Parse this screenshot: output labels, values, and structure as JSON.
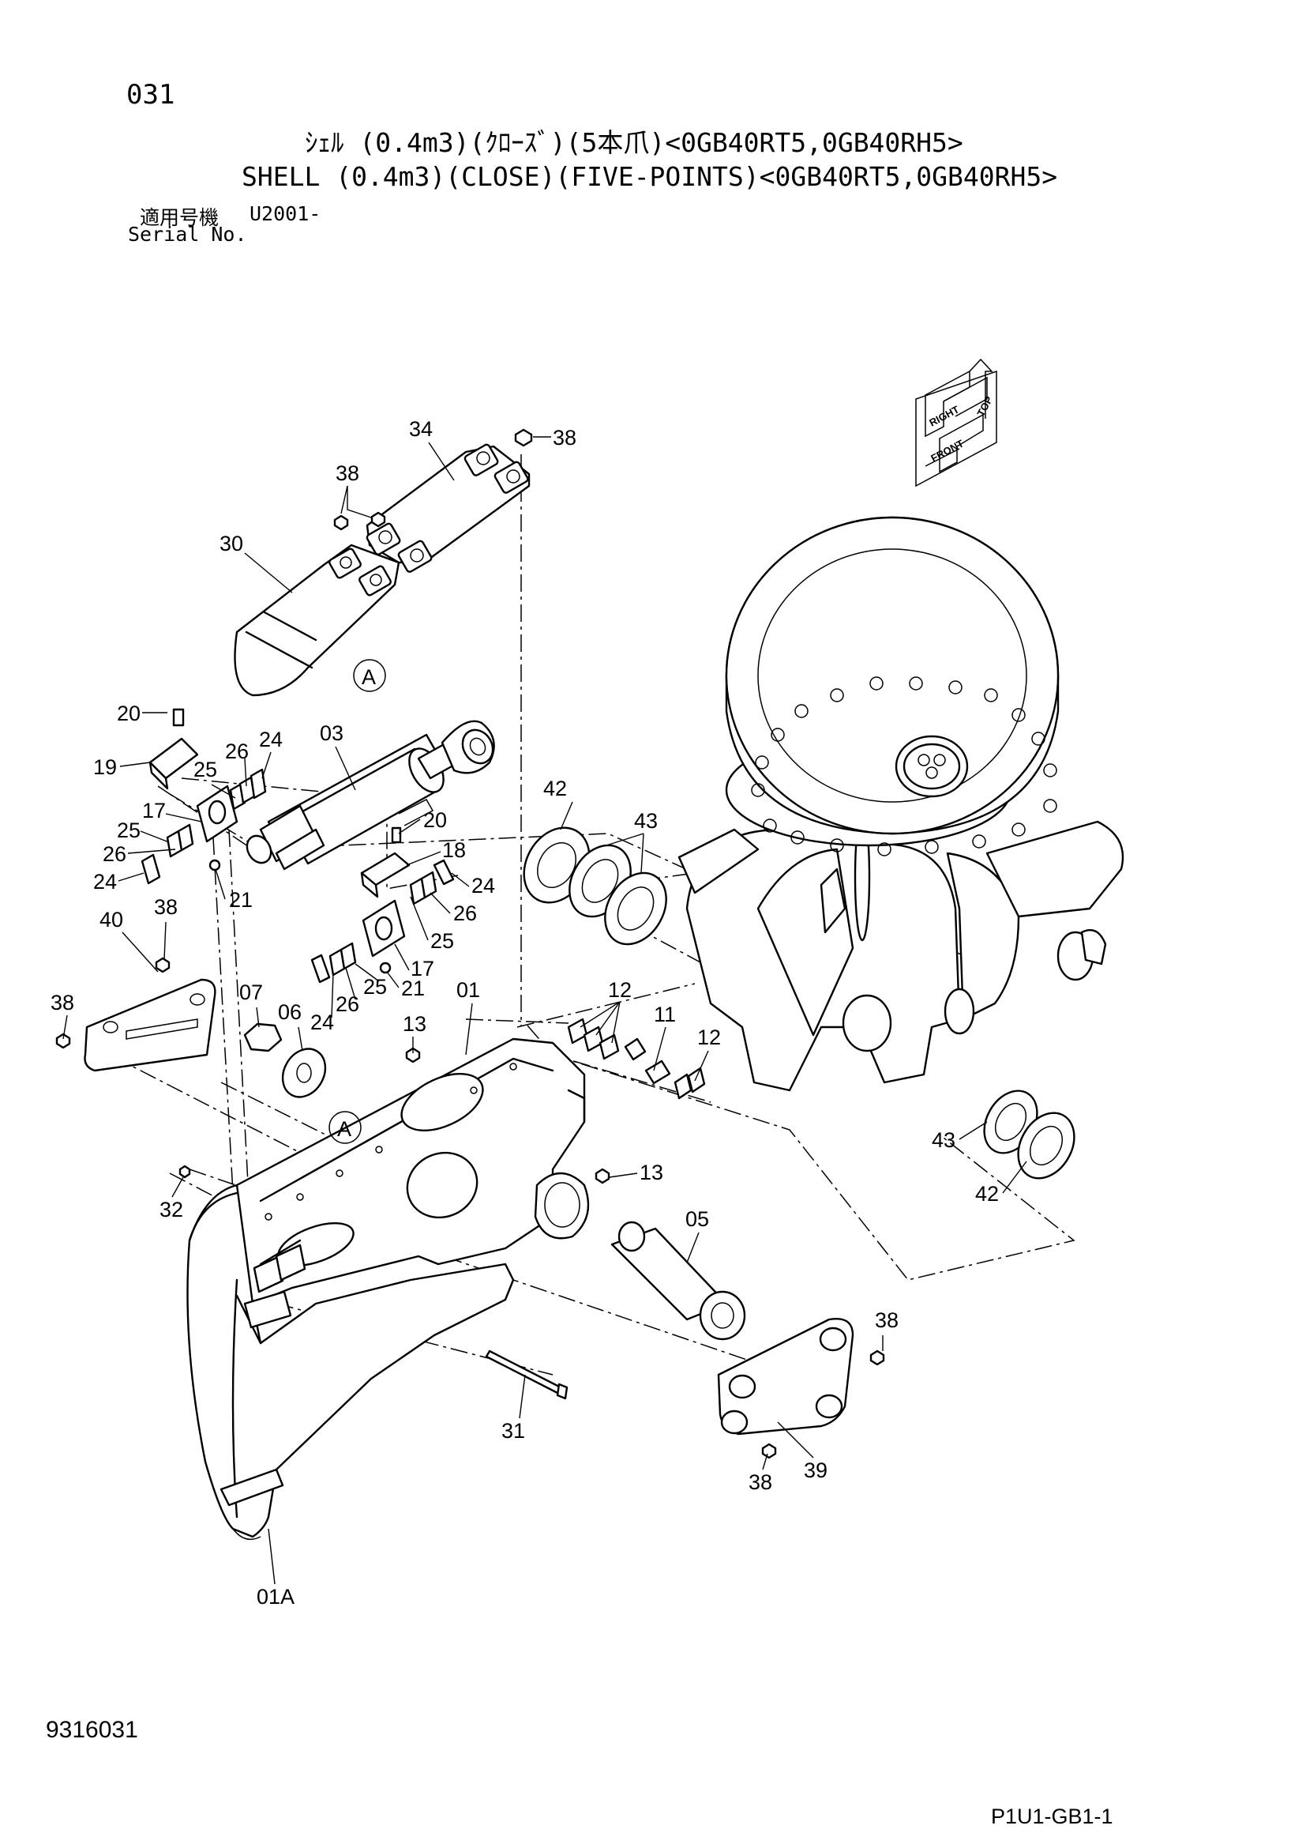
{
  "header": {
    "page_number": "031",
    "title_jp": "ｼｪﾙ (0.4m3)(ｸﾛｰｽﾞ)(5本爪)<0GB40RT5,0GB40RH5>",
    "title_en": "SHELL (0.4m3)(CLOSE)(FIVE-POINTS)<0GB40RT5,0GB40RH5>",
    "serial_label_jp": "適用号機",
    "serial_label_en": "Serial No.",
    "serial_value": "U2001-"
  },
  "orientation_symbol": {
    "labels": [
      "TOP",
      "RIGHT",
      "FRONT"
    ]
  },
  "callouts": {
    "c34": "34",
    "c38a": "38",
    "c38b": "38",
    "c30": "30",
    "cA1": "A",
    "c20a": "20",
    "c19": "19",
    "c03": "03",
    "c26a": "26",
    "c24a": "24",
    "c25a": "25",
    "c17a": "17",
    "c25b": "25",
    "c26b": "26",
    "c24b": "24",
    "c21a": "21",
    "c20b": "20",
    "c18": "18",
    "c24c": "24",
    "c26c": "26",
    "c25c": "25",
    "c17b": "17",
    "c21b": "21",
    "c24d": "24",
    "c26d": "26",
    "c25d": "25",
    "c42a": "42",
    "c43a": "43",
    "c38c": "38",
    "c40": "40",
    "c38d": "38",
    "c07": "07",
    "c06": "06",
    "c13a": "13",
    "c01": "01",
    "c12a": "12",
    "c11": "11",
    "c12b": "12",
    "cA2": "A",
    "c43b": "43",
    "c42b": "42",
    "c13b": "13",
    "c32": "32",
    "c05": "05",
    "c38e": "38",
    "c31": "31",
    "c38f": "38",
    "c39": "39",
    "c01A": "01A"
  },
  "footer": {
    "doc_id": "9316031",
    "sheet_code": "P1U1-GB1-1"
  }
}
